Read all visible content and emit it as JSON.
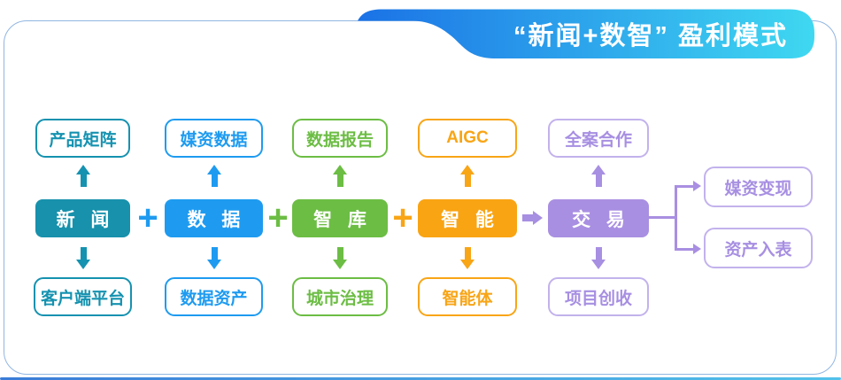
{
  "banner": {
    "title": "“新闻+数智” 盈利模式"
  },
  "plus": "+",
  "columns": [
    {
      "name": "news",
      "top": "产品矩阵",
      "main": "新 闻",
      "bottom": "客户端平台",
      "color": "#1791AC"
    },
    {
      "name": "data",
      "top": "媒资数据",
      "main": "数 据",
      "bottom": "数据资产",
      "color": "#1E9BF0"
    },
    {
      "name": "think",
      "top": "数据报告",
      "main": "智 库",
      "bottom": "城市治理",
      "color": "#6CBD44"
    },
    {
      "name": "ai",
      "top": "AIGC",
      "main": "智 能",
      "bottom": "智能体",
      "color": "#F9A413"
    },
    {
      "name": "trade",
      "top": "全案合作",
      "main": "交 易",
      "bottom": "项目创收",
      "color": "#A98FE2"
    }
  ],
  "outputs": [
    {
      "label": "媒资变现"
    },
    {
      "label": "资产入表"
    }
  ],
  "colors": {
    "banner_gradient_start": "#1B72E6",
    "banner_gradient_end": "#3FD8F1",
    "card_border": "#91B6E2",
    "bottom_bar_start": "#3A7CD8",
    "bottom_bar_end": "#52C2EA",
    "connector_purple": "#A98FE2"
  }
}
